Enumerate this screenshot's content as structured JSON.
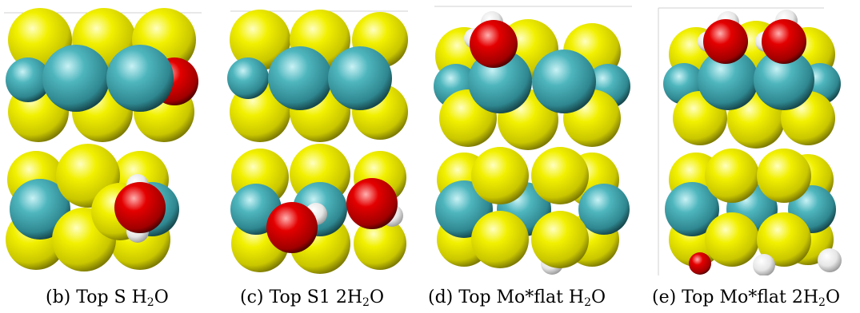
{
  "colors": {
    "sulfur": "#e3e200",
    "molybdenum": "#3a9ea6",
    "oxygen": "#d80000",
    "hydrogen": "#f2f2f2"
  },
  "panels": [
    {
      "label_pre": "(b) Top S H",
      "label_sub": "2",
      "label_post": "O"
    },
    {
      "label_pre": "(c) Top S1 2H",
      "label_sub": "2",
      "label_post": "O"
    },
    {
      "label_pre": "(d) Top Mo*flat H",
      "label_sub": "2",
      "label_post": "O"
    },
    {
      "label_pre": "(e) Top Mo*flat 2H",
      "label_sub": "2",
      "label_post": "O"
    }
  ]
}
